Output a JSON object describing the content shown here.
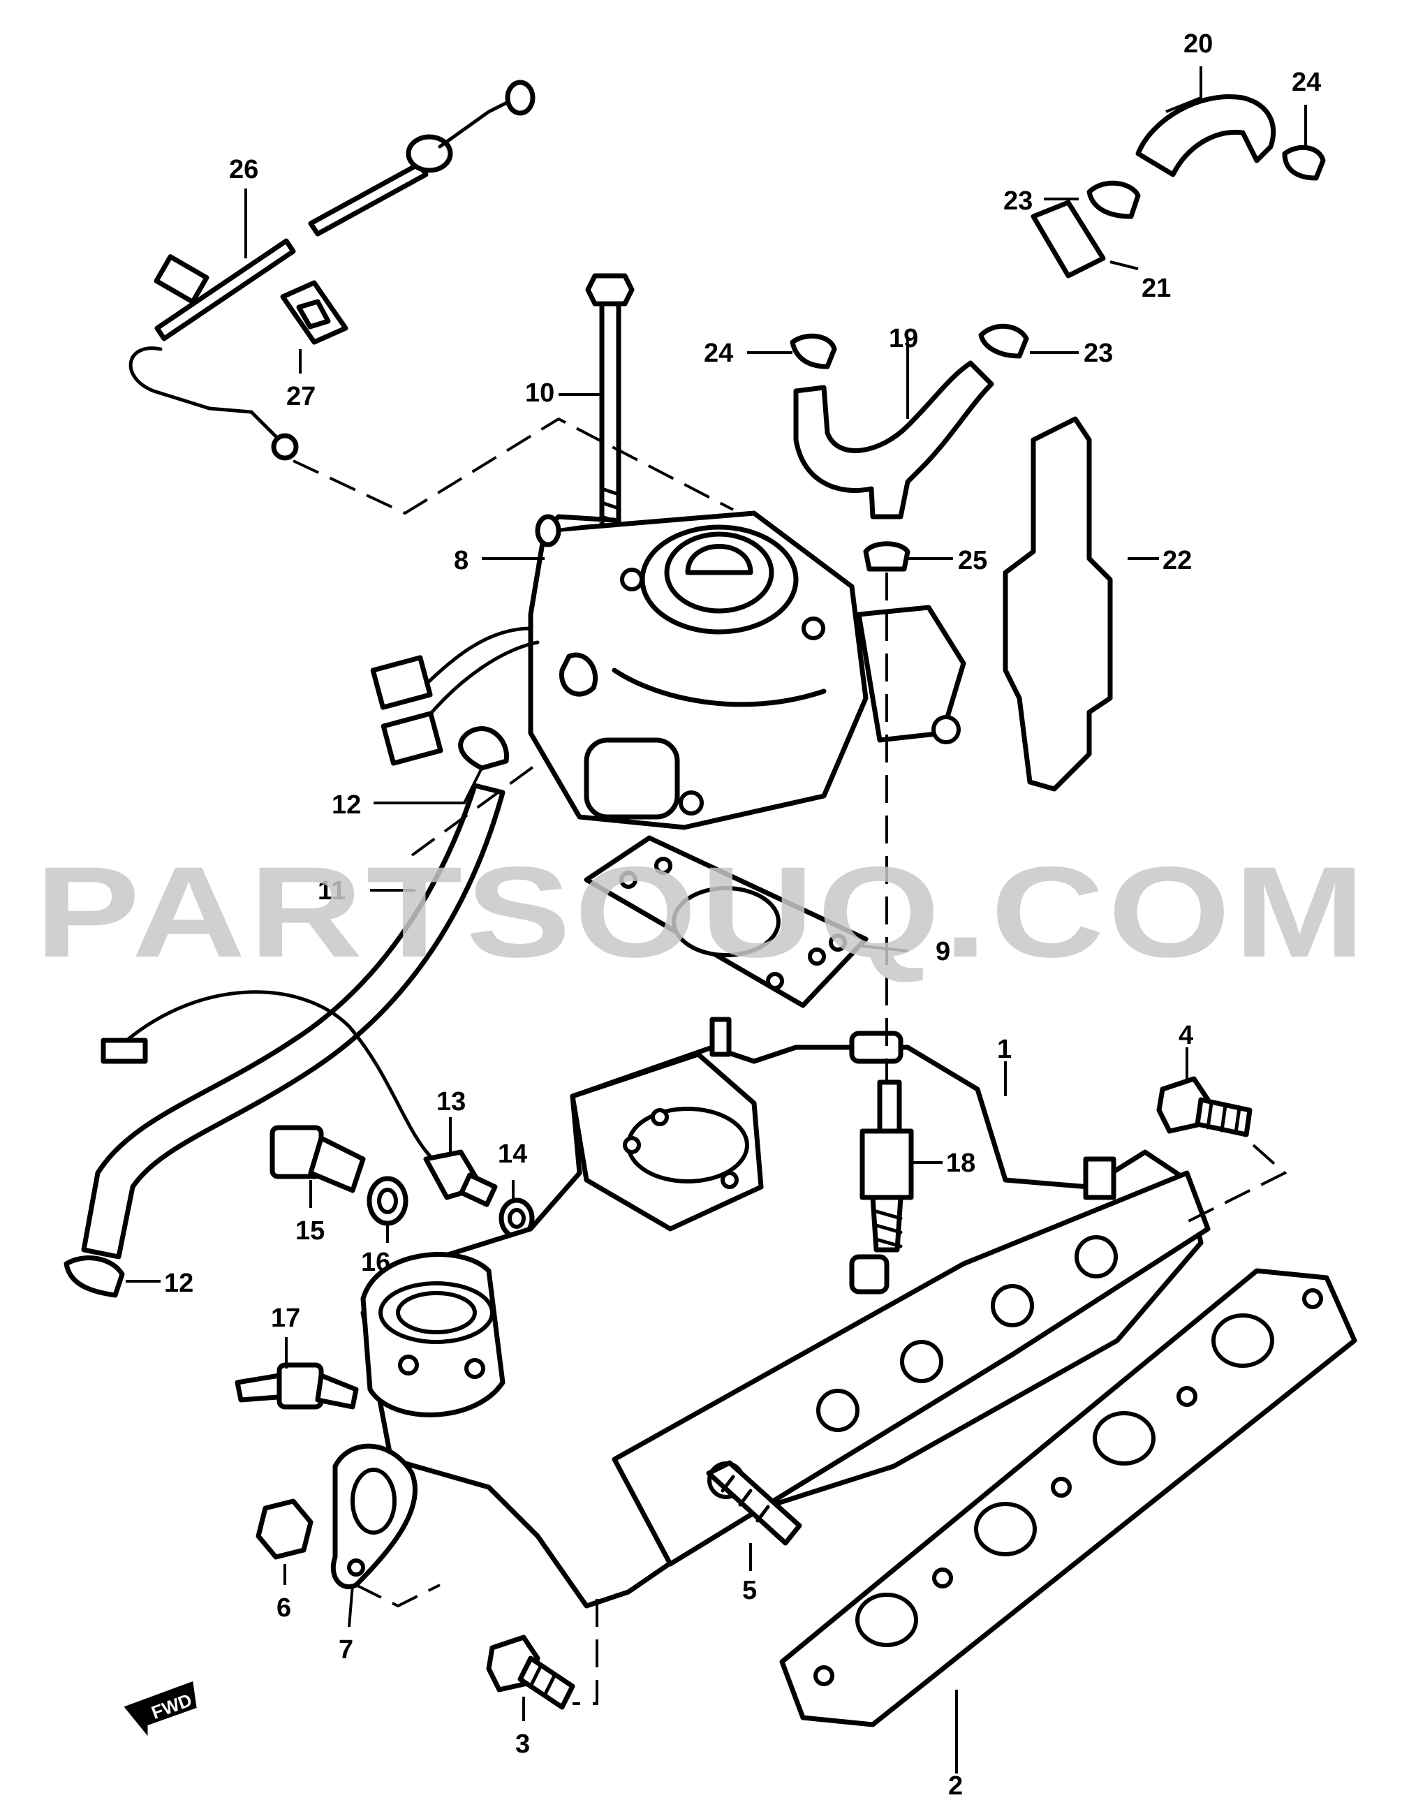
{
  "watermark": "PARTSOUQ.COM",
  "front_mark": "FWD",
  "callouts": {
    "c1": "1",
    "c2": "2",
    "c3": "3",
    "c4": "4",
    "c5": "5",
    "c6": "6",
    "c7": "7",
    "c8": "8",
    "c9": "9",
    "c10": "10",
    "c11": "11",
    "c12a": "12",
    "c12b": "12",
    "c13": "13",
    "c14": "14",
    "c15": "15",
    "c16": "16",
    "c17": "17",
    "c18": "18",
    "c19": "19",
    "c20": "20",
    "c21": "21",
    "c22": "22",
    "c23a": "23",
    "c23b": "23",
    "c24a": "24",
    "c24b": "24",
    "c25": "25",
    "c26": "26",
    "c27": "27"
  }
}
